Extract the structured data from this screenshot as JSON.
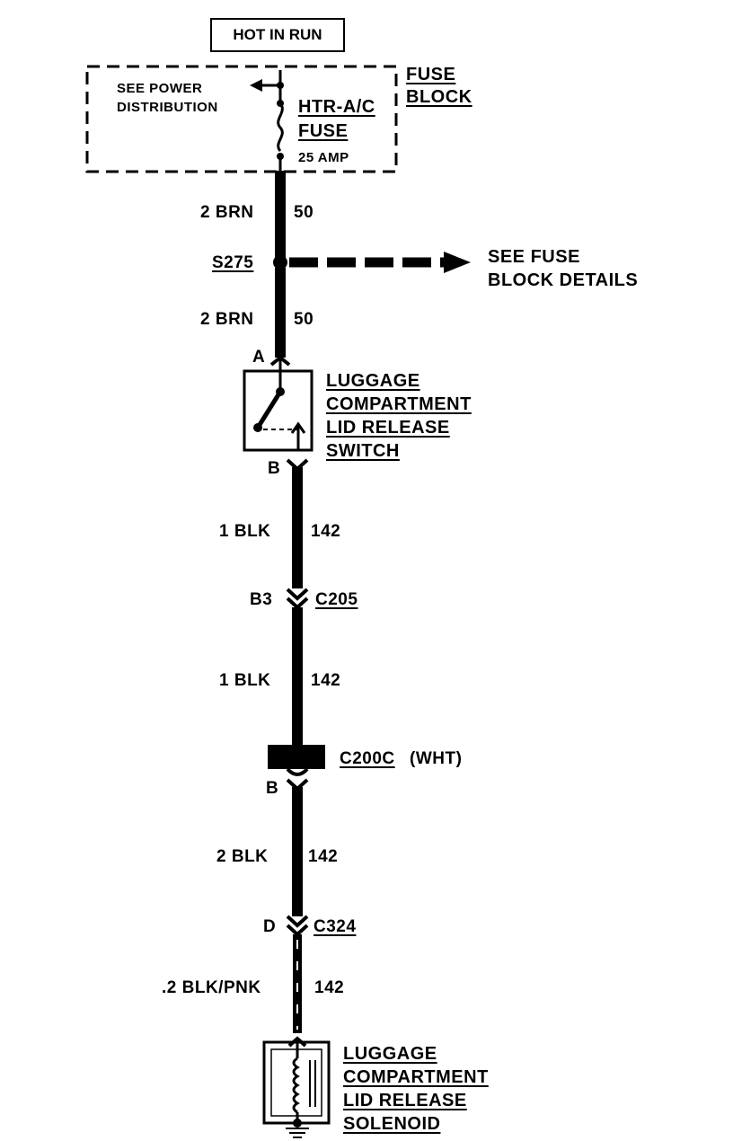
{
  "power_source": "HOT IN RUN",
  "fuse_block": {
    "title_lines": [
      "FUSE",
      "BLOCK"
    ],
    "see_power_lines": [
      "SEE POWER",
      "DISTRIBUTION"
    ],
    "fuse_name_lines": [
      "HTR-A/C",
      "FUSE"
    ],
    "fuse_rating": "25 AMP"
  },
  "wires": [
    {
      "size_color": "2 BRN",
      "circuit": "50"
    },
    {
      "size_color": "2 BRN",
      "circuit": "50"
    },
    {
      "size_color": "1 BLK",
      "circuit": "142"
    },
    {
      "size_color": "1 BLK",
      "circuit": "142"
    },
    {
      "size_color": "2 BLK",
      "circuit": "142"
    },
    {
      "size_color": ".2 BLK/PNK",
      "circuit": "142"
    }
  ],
  "splice": {
    "id": "S275",
    "ref_lines": [
      "SEE FUSE",
      "BLOCK DETAILS"
    ]
  },
  "switch": {
    "terminal_in": "A",
    "terminal_out": "B",
    "name_lines": [
      "LUGGAGE",
      "COMPARTMENT",
      "LID RELEASE",
      "SWITCH"
    ]
  },
  "connectors": [
    {
      "pin": "B3",
      "id": "C205",
      "note": ""
    },
    {
      "pin": "B",
      "id": "C200C",
      "note": "(WHT)"
    },
    {
      "pin": "D",
      "id": "C324",
      "note": ""
    }
  ],
  "solenoid": {
    "name_lines": [
      "LUGGAGE",
      "COMPARTMENT",
      "LID RELEASE",
      "SOLENOID"
    ]
  }
}
